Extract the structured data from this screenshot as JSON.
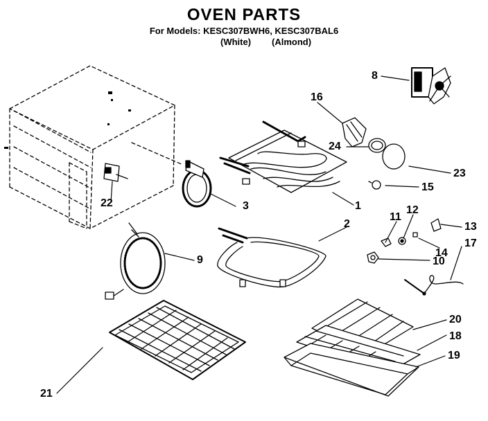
{
  "header": {
    "title": "OVEN PARTS",
    "models_line": "For Models: KESC307BWH6, KESC307BAL6",
    "finish_white": "(White)",
    "finish_almond": "(Almond)"
  },
  "parts": [
    {
      "key": "p1",
      "number": "1"
    },
    {
      "key": "p2",
      "number": "2"
    },
    {
      "key": "p3",
      "number": "3"
    },
    {
      "key": "p8",
      "number": "8"
    },
    {
      "key": "p9",
      "number": "9"
    },
    {
      "key": "p10",
      "number": "10"
    },
    {
      "key": "p11",
      "number": "11"
    },
    {
      "key": "p12",
      "number": "12"
    },
    {
      "key": "p13",
      "number": "13"
    },
    {
      "key": "p14",
      "number": "14"
    },
    {
      "key": "p15",
      "number": "15"
    },
    {
      "key": "p16",
      "number": "16"
    },
    {
      "key": "p17",
      "number": "17"
    },
    {
      "key": "p18",
      "number": "18"
    },
    {
      "key": "p19",
      "number": "19"
    },
    {
      "key": "p20",
      "number": "20"
    },
    {
      "key": "p21",
      "number": "21"
    },
    {
      "key": "p22",
      "number": "22"
    },
    {
      "key": "p23",
      "number": "23"
    },
    {
      "key": "p24",
      "number": "24"
    }
  ],
  "colors": {
    "ink": "#000000",
    "paper": "#ffffff"
  }
}
